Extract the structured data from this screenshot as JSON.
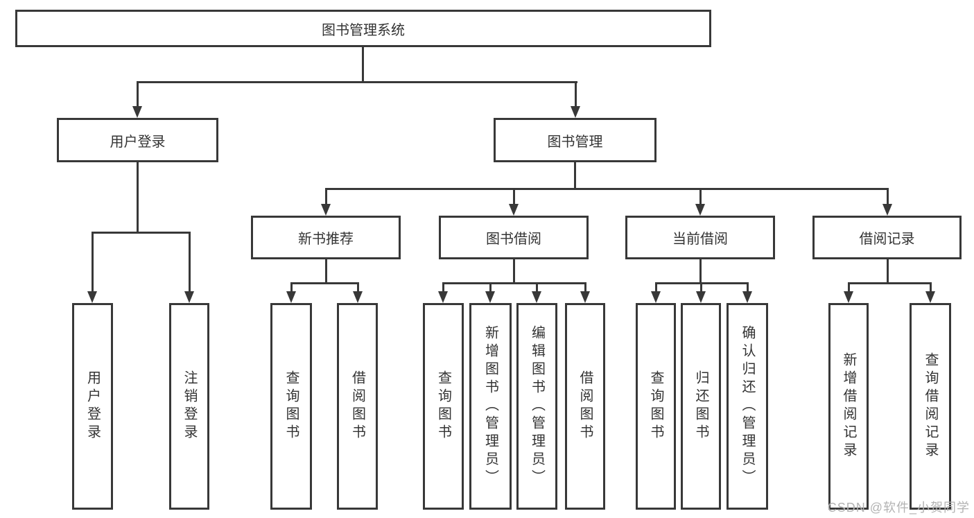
{
  "root": {
    "label": "图书管理系统"
  },
  "branches": [
    {
      "label": "用户登录",
      "leaves": [
        "用户登录",
        "注销登录"
      ]
    },
    {
      "label": "图书管理",
      "children": [
        {
          "label": "新书推荐",
          "leaves": [
            "查询图书",
            "借阅图书"
          ]
        },
        {
          "label": "图书借阅",
          "leaves": [
            "查询图书",
            "新增图书（管理员）",
            "编辑图书（管理员）",
            "借阅图书"
          ]
        },
        {
          "label": "当前借阅",
          "leaves": [
            "查询图书",
            "归还图书",
            "确认归还（管理员）"
          ]
        },
        {
          "label": "借阅记录",
          "leaves": [
            "新增借阅记录",
            "查询借阅记录"
          ]
        }
      ]
    }
  ],
  "watermark": {
    "text": "CSDN @软件_小贺同学"
  },
  "colors": {
    "line": "#383838",
    "text": "#333333",
    "watermark": "#b3b3b3",
    "background": "#ffffff"
  }
}
